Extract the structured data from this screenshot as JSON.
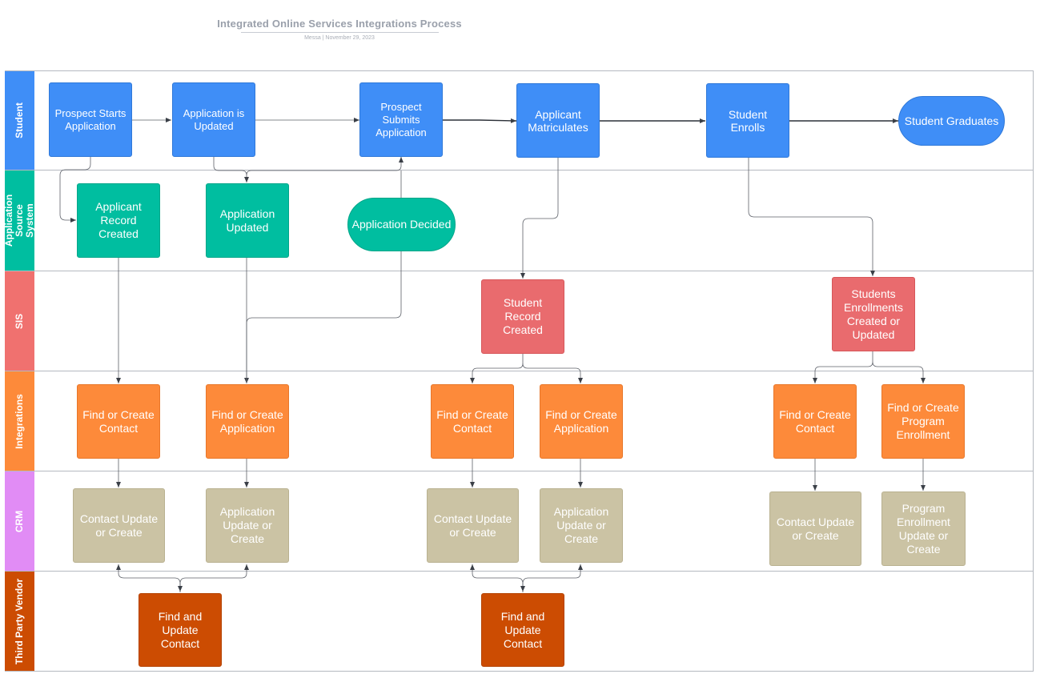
{
  "header": {
    "title": "Integrated Online Services Integrations Process",
    "subtitle": "Messa   |   November 29, 2023"
  },
  "colors": {
    "student": "#3f8ef7",
    "source": "#00bea0",
    "sis": "#e96b6e",
    "integrations": "#fd8a3a",
    "crm": "#e18cf5",
    "vendor": "#cc4c02",
    "crm_node": "#cbc3a4"
  },
  "lanes": [
    {
      "label": "Student"
    },
    {
      "label": "Application Source System"
    },
    {
      "label": "SIS"
    },
    {
      "label": "Integrations"
    },
    {
      "label": "CRM"
    },
    {
      "label": "Third Party Vendor"
    }
  ],
  "nodes": {
    "prospect_starts": "Prospect Starts Application",
    "app_updated_student": "Application is Updated",
    "prospect_submits": "Prospect Submits Application",
    "applicant_matriculates": "Applicant Matriculates",
    "student_enrolls": "Student Enrolls",
    "student_graduates": "Student Graduates",
    "applicant_record_created": "Applicant Record Created",
    "application_updated": "Application Updated",
    "application_decided": "Application Decided",
    "student_record_created": "Student Record Created",
    "enrollments_created": "Students Enrollments Created or Updated",
    "find_contact_1": "Find or Create Contact",
    "find_application_1": "Find or Create Application",
    "find_contact_2": "Find or Create Contact",
    "find_application_2": "Find or Create Application",
    "find_contact_3": "Find or Create Contact",
    "find_program_enrollment": "Find or Create Program Enrollment",
    "crm_contact_1": "Contact Update or Create",
    "crm_application_1": "Application Update or Create",
    "crm_contact_2": "Contact Update or Create",
    "crm_application_2": "Application Update or Create",
    "crm_contact_3": "Contact Update or Create",
    "crm_program_enrollment": "Program Enrollment Update or Create",
    "vendor_update_1": "Find and Update Contact",
    "vendor_update_2": "Find and Update Contact"
  }
}
